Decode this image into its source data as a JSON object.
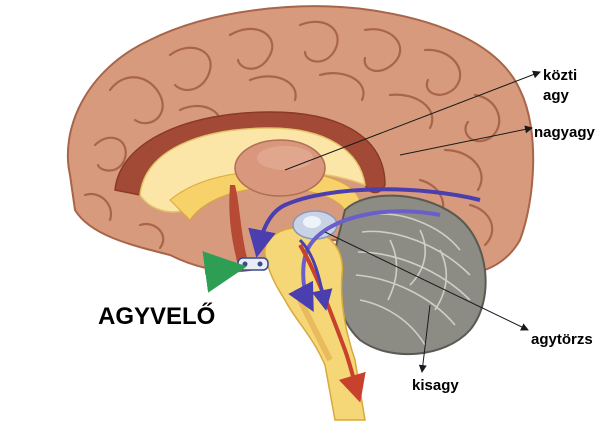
{
  "diagram": {
    "title": "AGYVELŐ",
    "labels": {
      "kozti_line1": "közti",
      "kozti_line2": "agy",
      "nagyagy": "nagyagy",
      "agytorzs": "agytörzs",
      "kisagy": "kisagy"
    },
    "colors": {
      "cortex": "#d79a7c",
      "cortex_shadow": "#b06f54",
      "corpus_callosum": "#fbe6a8",
      "white_matter": "#f7d16a",
      "thalamus": "#d9987e",
      "brainstem": "#f5d778",
      "cerebellum": "#8c8c84",
      "arrow_purple": "#5b4fb8",
      "arrow_red": "#c8412c",
      "arrow_green": "#2f9e55",
      "leader_line": "#1a1a1a"
    }
  }
}
